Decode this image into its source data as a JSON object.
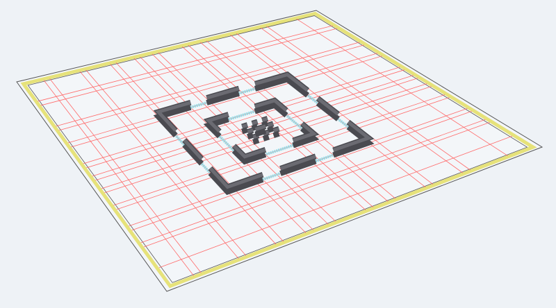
{
  "scene": {
    "background": "#eef2f6",
    "slab_fill": "#f3f6f9",
    "slab_edge": "#e6e27a",
    "grid_color": "#ff6a6a",
    "beam_color": "#8fdde8",
    "wall_top": "#6b6b72",
    "wall_side": "#4a4a50",
    "grid_u": [
      0.08,
      0.1,
      0.2,
      0.22,
      0.3,
      0.32,
      0.38,
      0.4,
      0.44,
      0.46,
      0.54,
      0.56,
      0.6,
      0.62,
      0.7,
      0.72,
      0.8,
      0.82,
      0.92
    ],
    "grid_v": [
      0.1,
      0.12,
      0.22,
      0.24,
      0.3,
      0.32,
      0.4,
      0.42,
      0.46,
      0.48,
      0.52,
      0.54,
      0.6,
      0.62,
      0.7,
      0.72,
      0.78,
      0.8,
      0.9
    ]
  }
}
